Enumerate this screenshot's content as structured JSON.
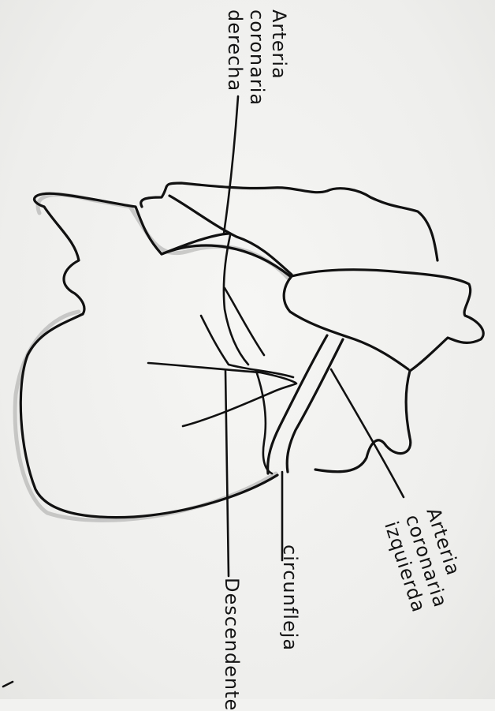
{
  "labels": {
    "right_coronary": "Arteria\ncoronaria\nderecha",
    "left_coronary": "Arteria\ncoronaria\nizquierda",
    "circumflex": "circunfleja",
    "descending": "Descendente"
  },
  "colors": {
    "ink": "#111111",
    "paper": "#f2f2f0"
  }
}
